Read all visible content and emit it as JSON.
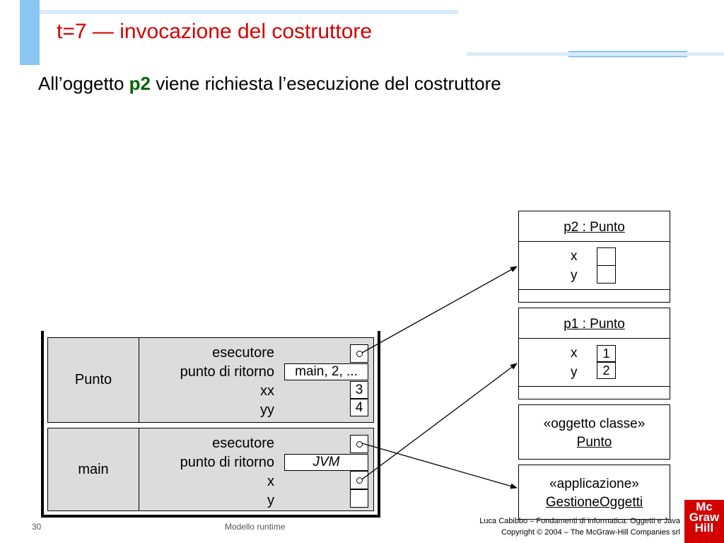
{
  "slide": {
    "title": "t=7 — invocazione del costruttore",
    "subtitle_pre": "All’oggetto ",
    "subtitle_bold": "p2",
    "subtitle_post": " viene richiesta l’esecuzione del costruttore"
  },
  "stack": {
    "frames": [
      {
        "name": "Punto",
        "labels": [
          "esecutore",
          "punto di ritorno",
          "xx",
          "yy"
        ],
        "return_point": "main, 2, ...",
        "xx": "3",
        "yy": "4"
      },
      {
        "name": "main",
        "labels": [
          "esecutore",
          "punto di ritorno",
          "x",
          "y"
        ],
        "return_point": "JVM"
      }
    ]
  },
  "heap": {
    "p2": {
      "title": "p2 : Punto",
      "fields": [
        "x",
        "y"
      ],
      "values": [
        "",
        ""
      ]
    },
    "p1": {
      "title": "p1 : Punto",
      "fields": [
        "x",
        "y"
      ],
      "values": [
        "1",
        "2"
      ]
    },
    "class_object": {
      "stereotype": "«oggetto classe»",
      "name": "Punto"
    },
    "application": {
      "stereotype": "«applicazione»",
      "name": "GestioneOggetti"
    }
  },
  "footer": {
    "page_number": "30",
    "section": "Modello runtime",
    "credit_line1": "Luca Cabibbo – Fondamenti di informatica: Oggetti e Java",
    "credit_line2": "Copyright © 2004 – The McGraw-Hill Companies srl",
    "logo_lines": [
      "Mc",
      "Graw",
      "Hill"
    ]
  },
  "colors": {
    "title": "#d40000",
    "bold_highlight": "#006400",
    "header_bars": "#cfe6f9",
    "header_bars_strong": "#8cc6f2",
    "frame_fill": "#dcdcdc",
    "logo_bg": "#d40000"
  }
}
